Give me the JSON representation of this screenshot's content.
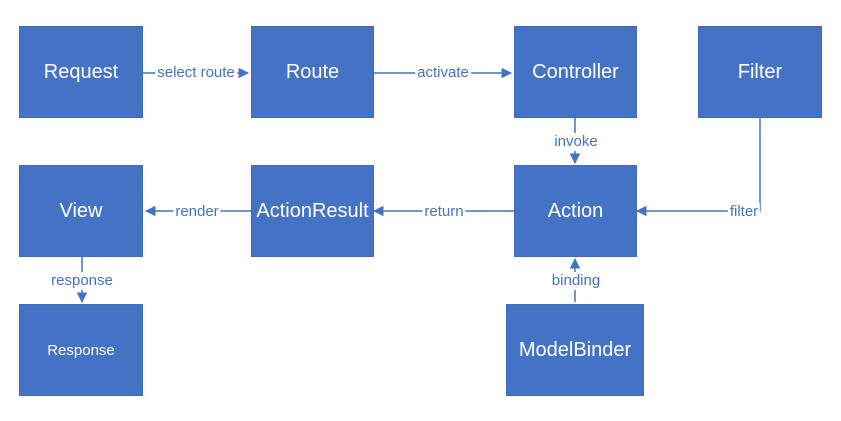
{
  "colors": {
    "box_fill": "#4472c4",
    "box_border": "#3f6bb8",
    "edge": "#4472c4",
    "label": "#4472c4"
  },
  "nodes": {
    "request": "Request",
    "route": "Route",
    "controller": "Controller",
    "filter": "Filter",
    "view": "View",
    "action_result": "ActionResult",
    "action": "Action",
    "response": "Response",
    "model_binder": "ModelBinder"
  },
  "edges": {
    "select_route": "select route",
    "activate": "activate",
    "invoke": "invoke",
    "filter": "filter",
    "return": "return",
    "render": "render",
    "response": "response",
    "binding": "binding"
  }
}
